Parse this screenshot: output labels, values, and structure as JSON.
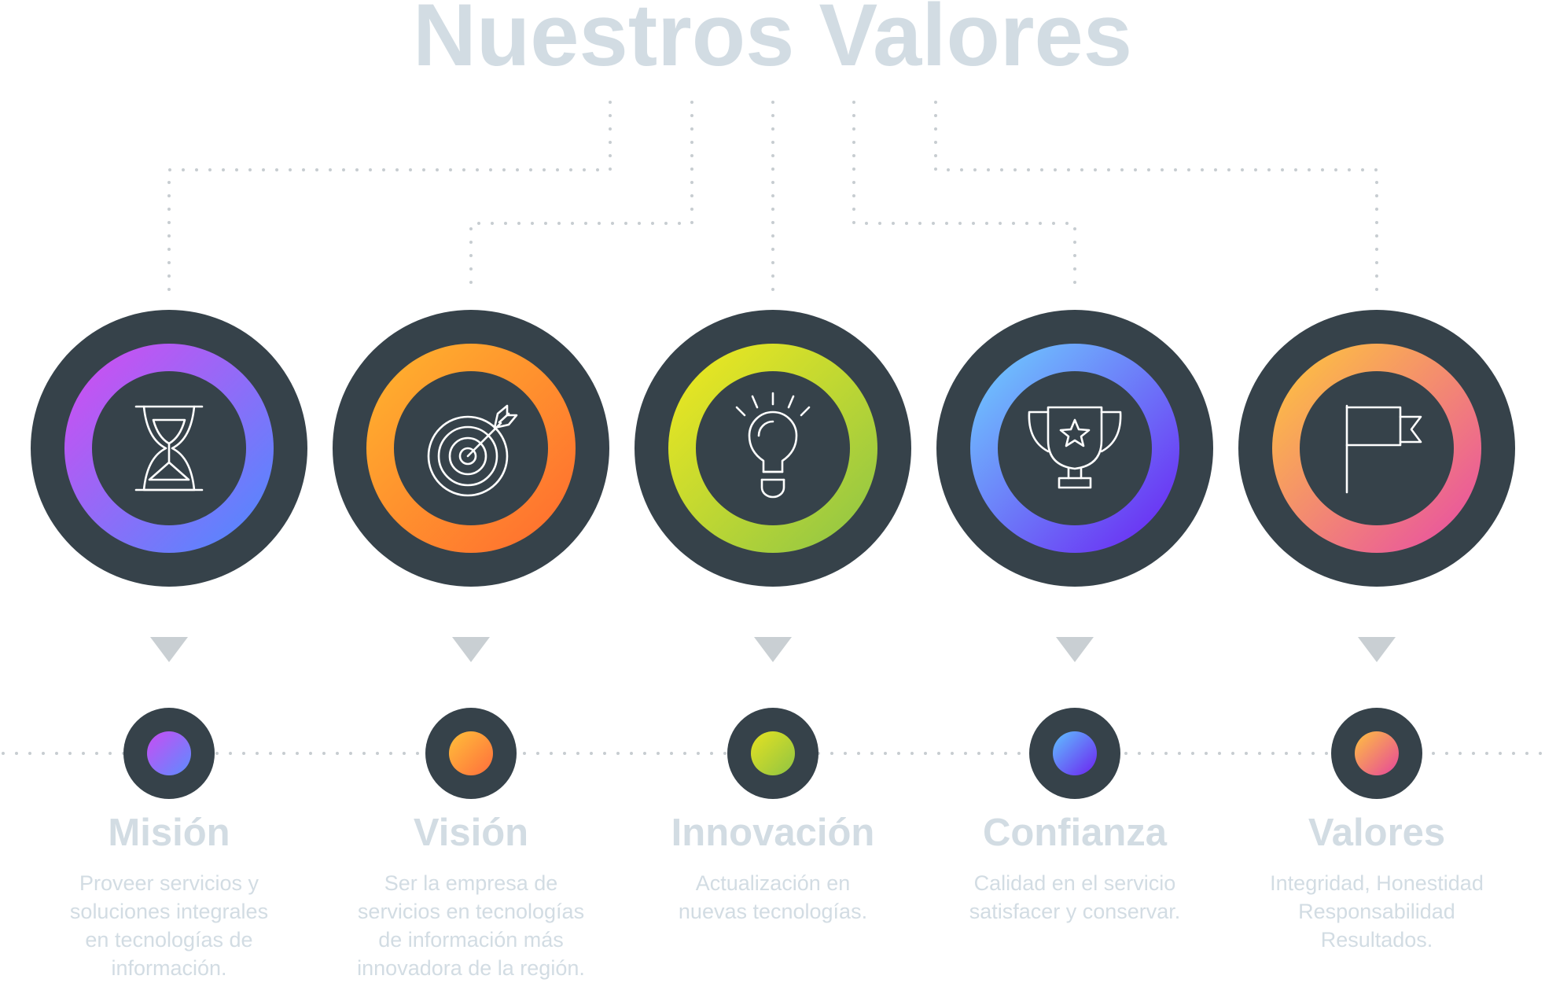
{
  "title": "Nuestros Valores",
  "items": [
    {
      "title": "Misión",
      "icon": "hourglass-icon",
      "gradient": [
        "#d64bf0",
        "#4a8cff"
      ],
      "dot": [
        "#c94cf3",
        "#5b8dff"
      ],
      "desc": "Proveer servicios y\nsoluciones integrales\nen tecnologías de\ninformación."
    },
    {
      "title": "Visión",
      "icon": "target-arrow-icon",
      "gradient": [
        "#ffb52e",
        "#ff6a2f"
      ],
      "dot": [
        "#ffc03a",
        "#ff6d3c"
      ],
      "desc": "Ser la empresa de\nservicios en tecnologías\nde información más\ninnovadora de la región."
    },
    {
      "title": "Innovación",
      "icon": "lightbulb-icon",
      "gradient": [
        "#f2ea1e",
        "#8cc447"
      ],
      "dot": [
        "#e6e221",
        "#8fc443"
      ],
      "desc": "Actualización en\nnuevas tecnologías."
    },
    {
      "title": "Confianza",
      "icon": "trophy-icon",
      "gradient": [
        "#6fd3ff",
        "#6a1ff2"
      ],
      "dot": [
        "#5fc2ff",
        "#6d21f0"
      ],
      "desc": "Calidad en el servicio\nsatisfacer y conservar."
    },
    {
      "title": "Valores",
      "icon": "flag-icon",
      "gradient": [
        "#ffc93a",
        "#e74aa8"
      ],
      "dot": [
        "#ffc23f",
        "#e6459c"
      ],
      "desc": "Integridad, Honestidad\nResponsabilidad\nResultados."
    }
  ],
  "colors": {
    "circle_bg": "#36424a",
    "connector": "#c7cdd1",
    "arrow": "#c9cfd3",
    "icon_stroke": "#ffffff"
  }
}
